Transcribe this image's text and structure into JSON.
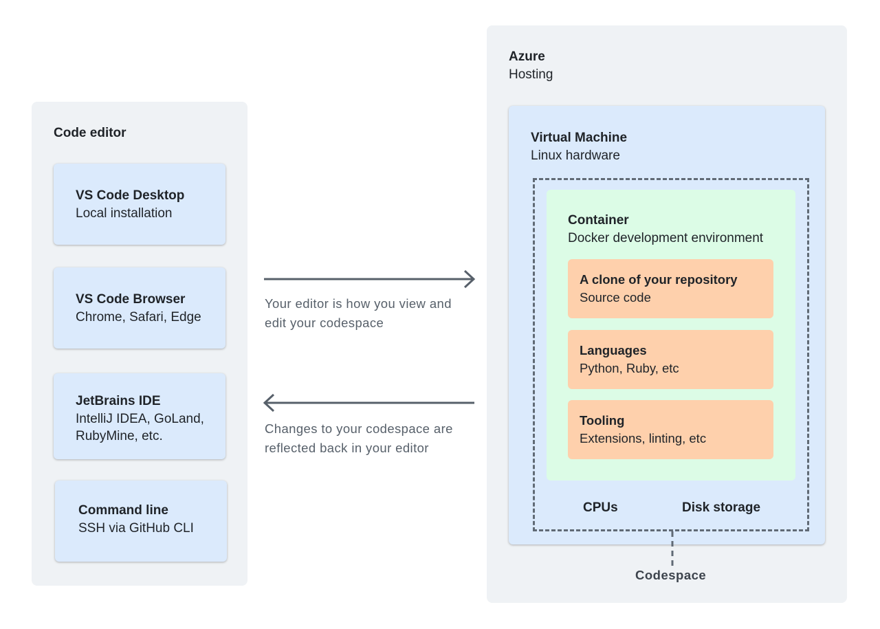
{
  "editor": {
    "title": "Code editor",
    "cards": [
      {
        "title": "VS Code Desktop",
        "subtitle": "Local installation"
      },
      {
        "title": "VS Code Browser",
        "subtitle": "Chrome, Safari, Edge"
      },
      {
        "title": "JetBrains IDE",
        "subtitle_line1": "IntelliJ IDEA, GoLand,",
        "subtitle_line2": "RubyMine, etc."
      },
      {
        "title": "Command line",
        "subtitle": "SSH via GitHub CLI"
      }
    ]
  },
  "arrows": {
    "to_codespace": {
      "caption_line1": "Your editor is how you view and",
      "caption_line2": "edit your codespace"
    },
    "to_editor": {
      "caption_line1": "Changes to your codespace are",
      "caption_line2": "reflected back in your editor"
    }
  },
  "azure": {
    "title": "Azure",
    "subtitle": "Hosting",
    "vm": {
      "title": "Virtual Machine",
      "subtitle": "Linux hardware",
      "container": {
        "title": "Container",
        "subtitle": "Docker development environment",
        "items": [
          {
            "title": "A clone of your repository",
            "subtitle": "Source code"
          },
          {
            "title": "Languages",
            "subtitle": "Python, Ruby, etc"
          },
          {
            "title": "Tooling",
            "subtitle": "Extensions, linting, etc"
          }
        ]
      },
      "resources": [
        "CPUs",
        "Disk storage"
      ]
    },
    "codespace_label": "Codespace"
  },
  "colors": {
    "panel_bg": "#eff2f5",
    "card_blue": "#dbeafc",
    "container_green": "#dcfce6",
    "item_orange": "#fed0ac",
    "arrow": "#57606a"
  }
}
